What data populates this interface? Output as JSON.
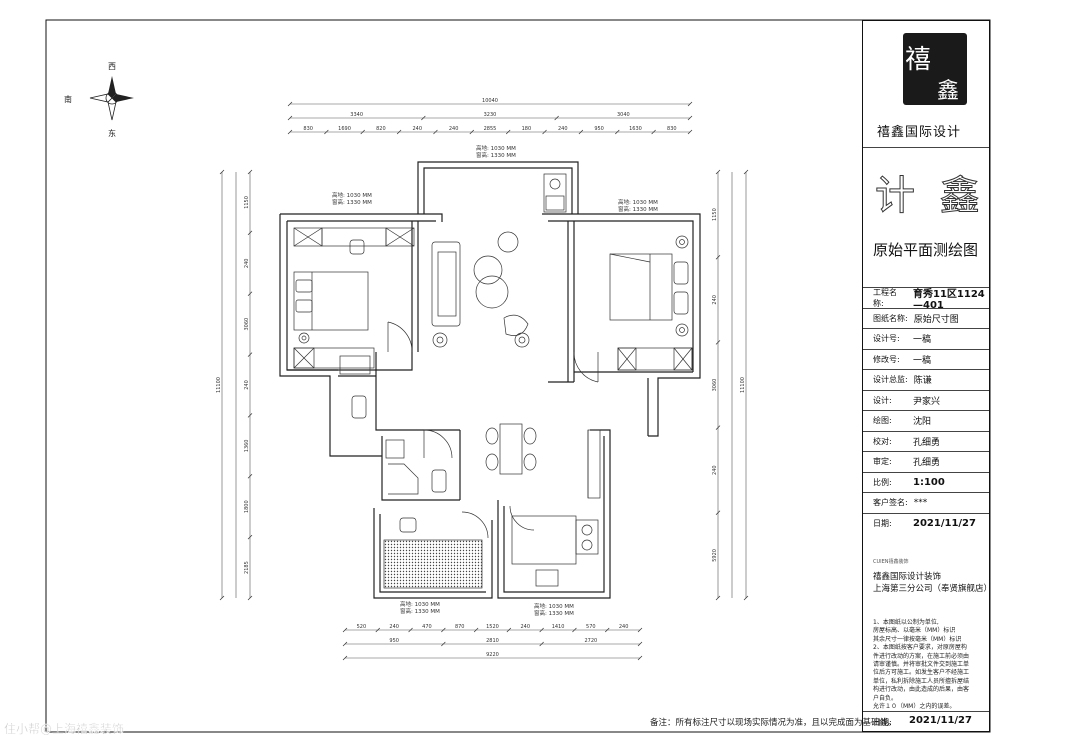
{
  "compass": {
    "north": "西",
    "west": "南",
    "south": "东"
  },
  "room_notes": {
    "top_center": {
      "line1": "高地: 1030 MM",
      "line2": "窗高: 1330 MM"
    },
    "top_left": {
      "line1": "高地: 1030 MM",
      "line2": "窗高: 1330 MM"
    },
    "top_right": {
      "line1": "高地: 1030 MM",
      "line2": "窗高: 1330 MM"
    },
    "bottom_left": {
      "line1": "高地: 1030 MM",
      "line2": "窗高: 1330 MM"
    },
    "bottom_right": {
      "line1": "高地: 1030 MM",
      "line2": "窗高: 1330 MM"
    }
  },
  "dimensions": {
    "top_total": "10040",
    "top_mid": [
      "3340",
      "3230",
      "3040"
    ],
    "top_detail": [
      "830",
      "1690",
      "820",
      "240",
      "240",
      "2855",
      "180",
      "240",
      "950",
      "1630",
      "830"
    ],
    "bottom_detail": [
      "520",
      "240",
      "470",
      "870",
      "1520",
      "240",
      "1410",
      "570",
      "240"
    ],
    "bottom_mid": [
      "950",
      "2810",
      "2720"
    ],
    "bottom_total": "9220",
    "left_detail": [
      "1150",
      "240",
      "3060",
      "240",
      "1360",
      "1800",
      "2185"
    ],
    "left_total": "11100",
    "right_detail": [
      "1150",
      "240",
      "3060",
      "240",
      "5920"
    ],
    "right_total": "11100"
  },
  "title_block": {
    "logo_chars": [
      "禧",
      "鑫"
    ],
    "brand": "禧鑫国际设计",
    "outline_logo": "计 鑫",
    "drawing_title": "原始平面测绘图",
    "rows": [
      {
        "label": "工程名称:",
        "value": "育秀11区1124—401",
        "bold": true
      },
      {
        "label": "图纸名称:",
        "value": "原始尺寸图"
      },
      {
        "label": "设计号:",
        "value": "一稿"
      },
      {
        "label": "修改号:",
        "value": "一稿"
      },
      {
        "label": "设计总监:",
        "value": "陈谦"
      },
      {
        "label": "设计:",
        "value": "尹家兴"
      },
      {
        "label": "绘图:",
        "value": "沈阳"
      },
      {
        "label": "校对:",
        "value": "孔细勇"
      },
      {
        "label": "审定:",
        "value": "孔细勇"
      },
      {
        "label": "比例:",
        "value": "1:100",
        "bold": true
      },
      {
        "label": "客户签名:",
        "value": "***"
      },
      {
        "label": "日期:",
        "value": "2021/11/27",
        "bold": true
      }
    ],
    "small_caption": "CUIEN禧鑫装饰",
    "company_line1": "禧鑫国际设计装饰",
    "company_line2": "上海第三分公司（奉贤旗舰店）",
    "notes": [
      "1、本图纸以公制为单位,",
      "房屋标高、以毫米（MM）标识",
      "其余尺寸一律按毫米（MM）标识",
      "2、本图纸按客户要求，对原房屋构",
      "件进行改动的方案，在施工前必须由",
      "请审谨慎。并将审批文件交到施工单",
      "位后方可施工。如发生客户不经施工",
      "单位，私利拆除施工人员所擅拆屋结",
      "构进行改动，由此造成的后果，由客",
      "户自负。",
      "允许１０（MM）之内的误差。"
    ],
    "bottom_date_label": "日期:",
    "bottom_date_value": "2021/11/27"
  },
  "bottom_note": "备注：所有标注尺寸以现场实际情况为准，且以完成面为基础线。",
  "watermark": "住小帮@上海禧鑫装饰"
}
